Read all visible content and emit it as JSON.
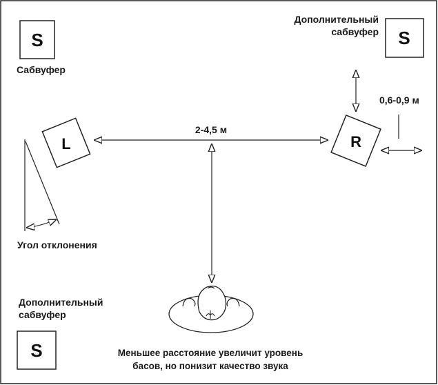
{
  "speakers": {
    "subwoofer_letter": "S",
    "left_letter": "L",
    "right_letter": "R"
  },
  "labels": {
    "subwoofer": "Сабвуфер",
    "extra_sub_top_line1": "Дополнительный",
    "extra_sub_top_line2": "сабвуфер",
    "extra_sub_bottom_line1": "Дополнительный",
    "extra_sub_bottom_line2": "сабвуфер",
    "distance_lr": "2-4,5 м",
    "distance_wall": "0,6-0,9 м",
    "toe_angle": "Угол отклонения",
    "note_line1": "Меньшее расстояние увеличит уровень",
    "note_line2": "басов, но понизит качество звука"
  }
}
